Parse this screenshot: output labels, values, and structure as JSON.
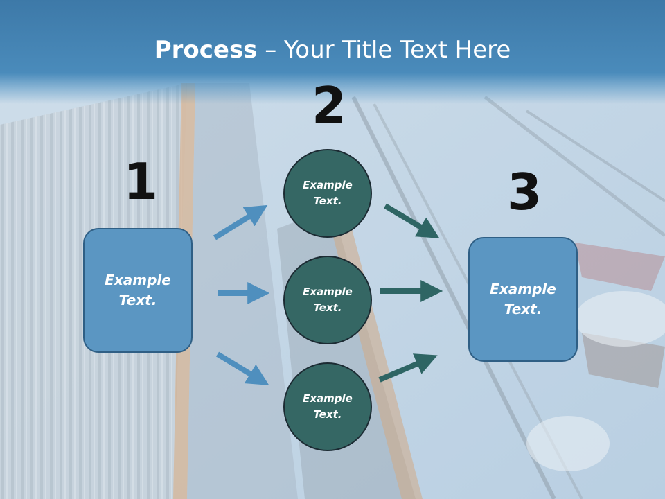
{
  "title": {
    "bold": "Process",
    "rest": " – Your Title Text Here"
  },
  "steps": [
    {
      "number": "1",
      "label": "Example\nText."
    },
    {
      "number": "2",
      "nodes": [
        "Example\nText.",
        "Example\nText.",
        "Example\nText."
      ]
    },
    {
      "number": "3",
      "label": "Example\nText."
    }
  ],
  "colors": {
    "box_fill": "#5b96c2",
    "circle_fill": "#356764",
    "arrow_left": "#4f8fbe",
    "arrow_right": "#2e6564",
    "title_bar": "#4a8bbb"
  }
}
